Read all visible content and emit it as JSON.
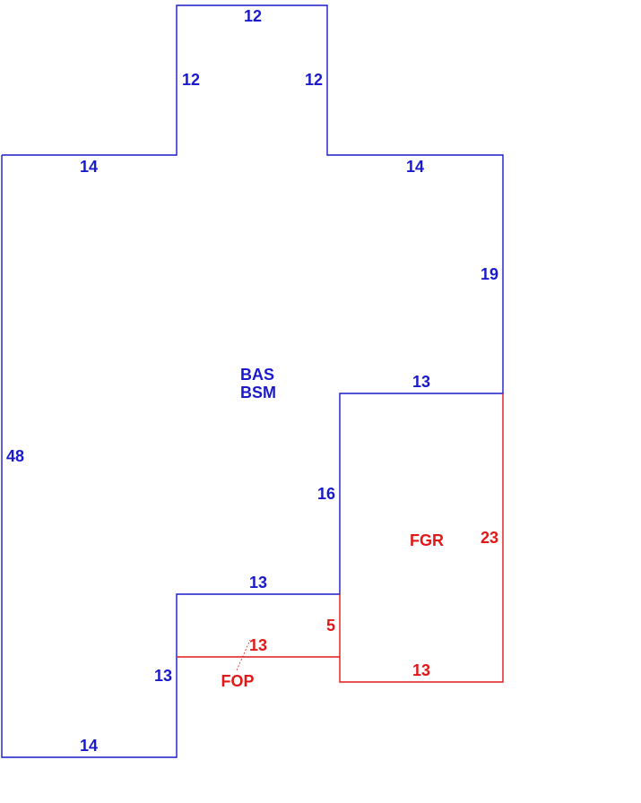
{
  "colors": {
    "main": "#1a1acc",
    "garage": "#e01818"
  },
  "main_dims": {
    "top_bump_width": "12",
    "bump_left_height": "12",
    "bump_right_height": "12",
    "left_top_run": "14",
    "right_top_run": "14",
    "right_upper_side": "19",
    "left_side": "48",
    "garage_top": "13",
    "inset_side": "16",
    "inset_top": "13",
    "bottom_step_side": "13",
    "bottom_run": "14"
  },
  "garage_dims": {
    "right_side": "23",
    "bottom": "13",
    "left_short": "5",
    "porch_line": "13"
  },
  "areas": {
    "main_code_1": "BAS",
    "main_code_2": "BSM",
    "garage_code": "FGR",
    "porch_code": "FOP"
  }
}
